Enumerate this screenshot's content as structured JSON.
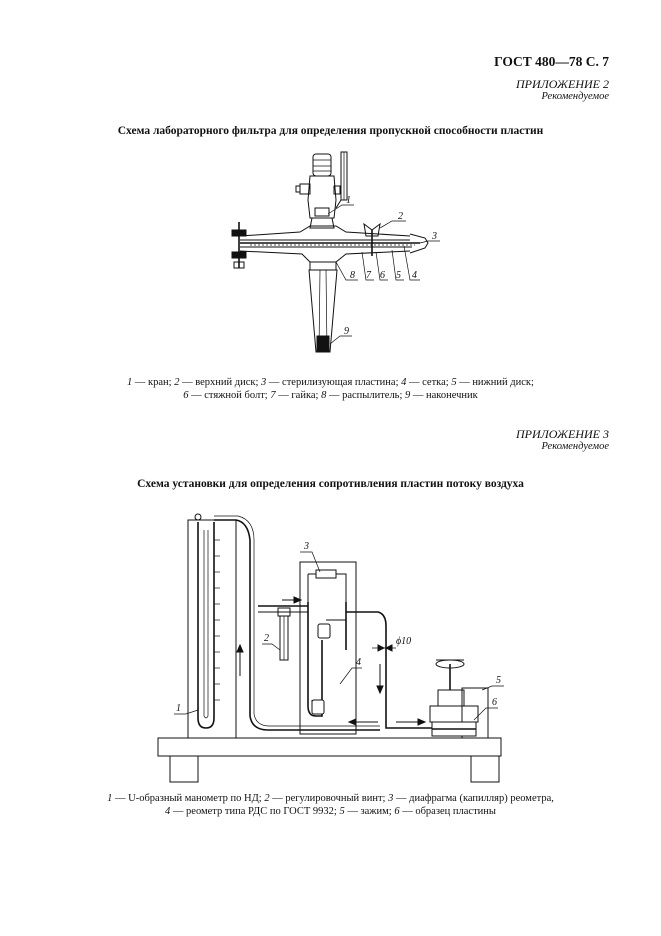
{
  "header": {
    "standard": "ГОСТ 480—78 С. 7"
  },
  "appendix2": {
    "label": "ПРИЛОЖЕНИЕ 2",
    "sub": "Рекомендуемое",
    "title": "Схема лабораторного фильтра для определения пропускной способности пластин",
    "callouts": [
      "1",
      "2",
      "3",
      "4",
      "5",
      "6",
      "7",
      "8",
      "9"
    ],
    "legend": [
      {
        "n": "1",
        "t": " — кран; "
      },
      {
        "n": "2",
        "t": " — верхний диск; "
      },
      {
        "n": "3",
        "t": " — стерилизующая пластина; "
      },
      {
        "n": "4",
        "t": " — сетка; "
      },
      {
        "n": "5",
        "t": " — нижний диск;"
      },
      {
        "n": "6",
        "t": " — стяжной болт; "
      },
      {
        "n": "7",
        "t": " — гайка; "
      },
      {
        "n": "8",
        "t": " — распылитель; "
      },
      {
        "n": "9",
        "t": " — наконечник"
      }
    ]
  },
  "appendix3": {
    "label": "ПРИЛОЖЕНИЕ 3",
    "sub": "Рекомендуемое",
    "title": "Схема установки для определения сопротивления пластин потоку воздуха",
    "callouts": [
      "1",
      "2",
      "3",
      "4",
      "5",
      "6"
    ],
    "dimension": "ϕ10",
    "legend": [
      {
        "n": "1",
        "t": " — U-образный манометр по НД; "
      },
      {
        "n": "2",
        "t": " — регулировочный винт; "
      },
      {
        "n": "3",
        "t": " — диафрагма (капилляр) реометра,"
      },
      {
        "n": "4",
        "t": " — реометр типа РДС по ГОСТ 9932; "
      },
      {
        "n": "5",
        "t": " — зажим; "
      },
      {
        "n": "6",
        "t": " — образец пластины"
      }
    ]
  }
}
